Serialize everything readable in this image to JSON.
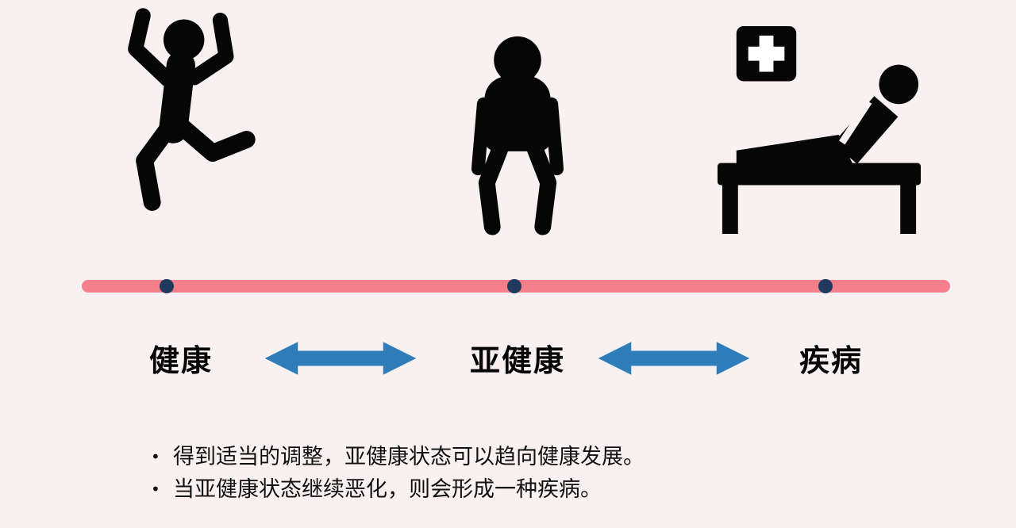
{
  "colors": {
    "bg": "#f9f1f1",
    "line": "#f5808c",
    "dot": "#21395e",
    "arrow": "#2e7db8",
    "ink": "#060606"
  },
  "stages": [
    {
      "label": "健康",
      "icon": "jumping-person-icon"
    },
    {
      "label": "亚健康",
      "icon": "slouched-person-icon"
    },
    {
      "label": "疾病",
      "icon": "patient-in-bed-icon"
    }
  ],
  "notes": {
    "bullet": "•",
    "items": [
      "得到适当的调整，亚健康状态可以趋向健康发展。",
      "当亚健康状态继续恶化，则会形成一种疾病。"
    ]
  }
}
